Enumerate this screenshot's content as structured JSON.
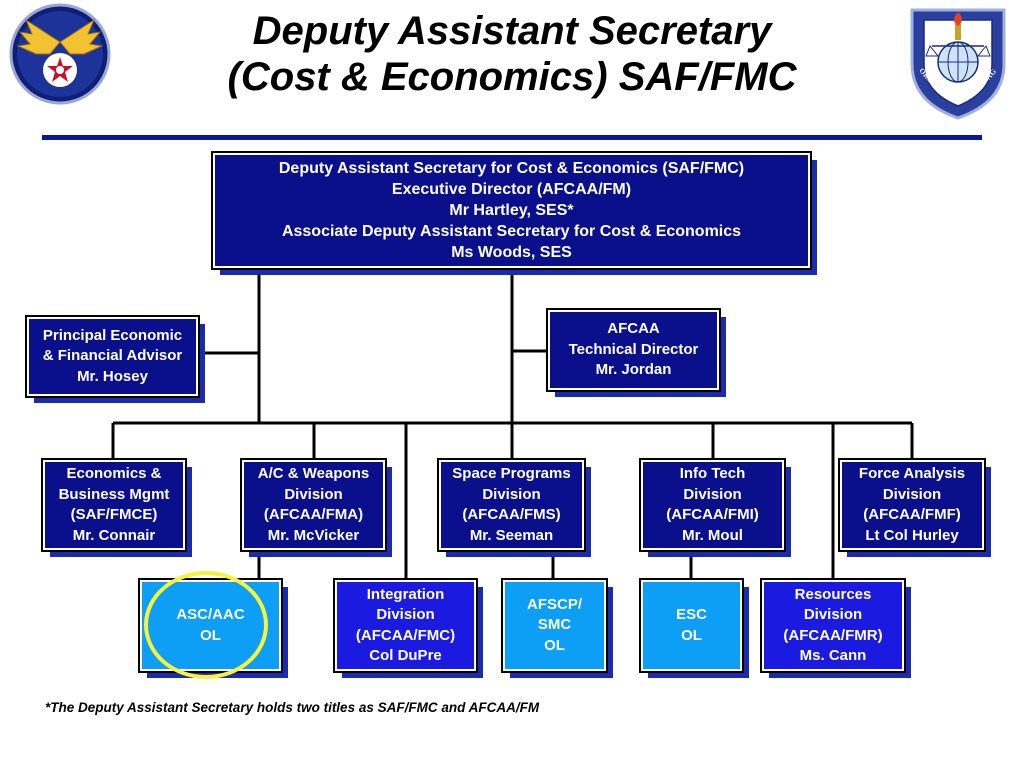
{
  "title": {
    "line1": "Deputy Assistant Secretary",
    "line2": "(Cost & Economics) SAF/FMC"
  },
  "logos": {
    "left": "us-army-air-forces-star-wings-emblem",
    "right": "air-force-cost-analysis-agency-shield",
    "right_text": "AIR FORCE COST ANALYSIS AGENCY"
  },
  "top_box": {
    "line1": "Deputy Assistant Secretary for Cost & Economics (SAF/FMC)",
    "line2": "Executive Director (AFCAA/FM)",
    "line3": "Mr Hartley, SES*",
    "line4": "Associate Deputy Assistant Secretary for Cost & Economics",
    "line5": "Ms Woods, SES"
  },
  "advisor_box": {
    "line1": "Principal Economic",
    "line2": "& Financial Advisor",
    "line3": "Mr. Hosey"
  },
  "technical_box": {
    "line1": "AFCAA",
    "line2": "Technical Director",
    "line3": "Mr. Jordan"
  },
  "divisions": [
    {
      "line1": "Economics &",
      "line2": "Business Mgmt",
      "line3": "(SAF/FMCE)",
      "line4": "Mr. Connair"
    },
    {
      "line1": "A/C & Weapons",
      "line2": "Division",
      "line3": "(AFCAA/FMA)",
      "line4": "Mr. McVicker"
    },
    {
      "line1": "Space Programs",
      "line2": "Division",
      "line3": "(AFCAA/FMS)",
      "line4": "Mr. Seeman"
    },
    {
      "line1": "Info Tech",
      "line2": "Division",
      "line3": "(AFCAA/FMI)",
      "line4": "Mr. Moul"
    },
    {
      "line1": "Force Analysis",
      "line2": "Division",
      "line3": "(AFCAA/FMF)",
      "line4": "Lt Col Hurley"
    }
  ],
  "bottom_row": [
    {
      "line1": "ASC/AAC",
      "line2": "OL"
    },
    {
      "line1": "Integration",
      "line2": "Division",
      "line3": "(AFCAA/FMC)",
      "line4": "Col DuPre"
    },
    {
      "line1": "AFSCP/",
      "line2": "SMC",
      "line3": "OL"
    },
    {
      "line1": "ESC",
      "line2": "OL"
    },
    {
      "line1": "Resources",
      "line2": "Division",
      "line3": "(AFCAA/FMR)",
      "line4": "Ms. Cann"
    }
  ],
  "footnote": "*The Deputy Assistant Secretary holds two titles as SAF/FMC and AFCAA/FM",
  "colors": {
    "navy_box": "#0a0f8c",
    "blue_box": "#1a1ae0",
    "cyan_box": "#0d9ef5",
    "title_rule": "#0a1a8f",
    "highlight_ring": "#f7f23a"
  }
}
